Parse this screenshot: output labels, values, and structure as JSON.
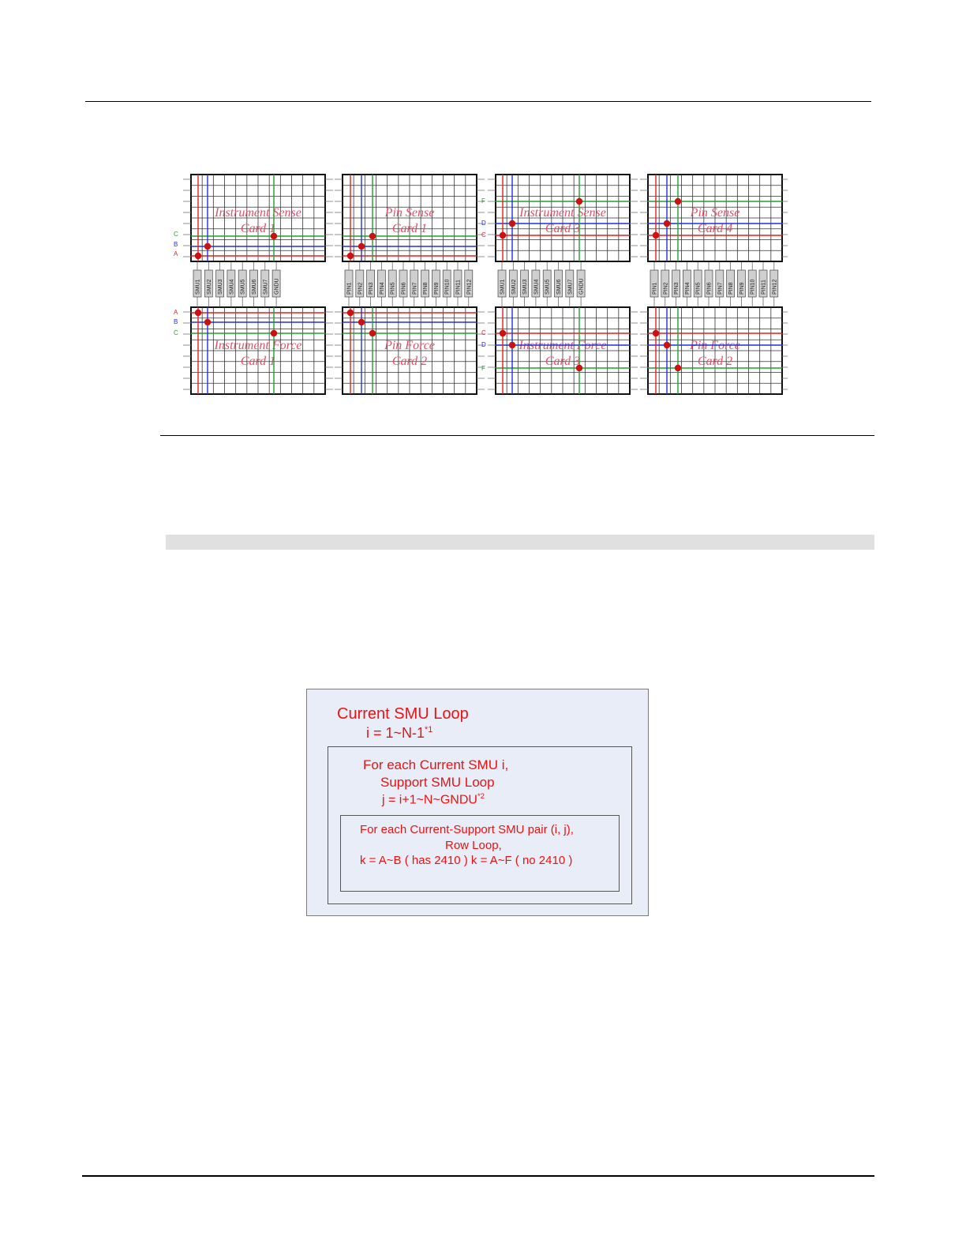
{
  "matrix_figure": {
    "cards": [
      {
        "id": "is1",
        "title_line1": "Instrument Sense",
        "title_line2": "Card 1"
      },
      {
        "id": "ps1",
        "title_line1": "Pin Sense",
        "title_line2": "Card 1"
      },
      {
        "id": "is3",
        "title_line1": "Instrument Sense",
        "title_line2": "Card 3"
      },
      {
        "id": "ps4",
        "title_line1": "Pin Sense",
        "title_line2": "Card 4"
      },
      {
        "id": "if1",
        "title_line1": "Instrument Force",
        "title_line2": "Card 1"
      },
      {
        "id": "pf2",
        "title_line1": "Pin Force",
        "title_line2": "Card 2"
      },
      {
        "id": "if3",
        "title_line1": "Instrument Force",
        "title_line2": "Card 3"
      },
      {
        "id": "pf2b",
        "title_line1": "Pin Force",
        "title_line2": "Card 2"
      }
    ],
    "row_labels_left": [
      "C",
      "B",
      "A"
    ],
    "row_labels_right": [
      "F",
      "D",
      "C"
    ],
    "smu_ports": [
      "SMU1",
      "SMU2",
      "SMU3",
      "SMU4",
      "SMU5",
      "SMU6",
      "SMU7",
      "GNDU"
    ],
    "pin_ports": [
      "PIN1",
      "PIN2",
      "PIN3",
      "PIN4",
      "PIN5",
      "PIN6",
      "PIN7",
      "PIN8",
      "PIN9",
      "PIN10",
      "PIN11",
      "PIN12"
    ],
    "colors": {
      "row_a": "#e02020",
      "row_b": "#2030e0",
      "row_c": "#20a030",
      "dot": "#cc1111",
      "grid": "#333333"
    }
  },
  "loop_diagram": {
    "outer": {
      "title": "Current SMU Loop",
      "range": "i = 1~N-1",
      "note": "*1"
    },
    "middle": {
      "line1": "For each Current SMU i,",
      "line2": "Support SMU Loop",
      "range": "j = i+1~N~GNDU",
      "note": "*2"
    },
    "inner": {
      "line1": "For each Current-Support SMU pair (i, j),",
      "line2": "Row Loop,",
      "line3": "k = A~B ( has 2410 ) k = A~F ( no 2410 )"
    },
    "colors": {
      "text": "#ee1111",
      "outer_bg": "#e8edf7"
    }
  }
}
